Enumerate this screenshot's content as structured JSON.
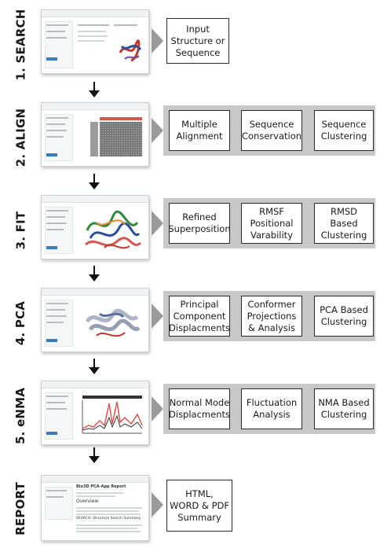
{
  "stages": [
    {
      "label": "1. SEARCH",
      "boxes": [
        "Input\nStructure or\nSequence"
      ]
    },
    {
      "label": "2. ALIGN",
      "boxes": [
        "Multiple\nAlignment",
        "Sequence\nConservation",
        "Sequence\nClustering"
      ]
    },
    {
      "label": "3. FIT",
      "boxes": [
        "Refined\nSuperposition",
        "RMSF\nPositional\nVarability",
        "RMSD Based\nClustering"
      ]
    },
    {
      "label": "4. PCA",
      "boxes": [
        "Principal\nComponent\nDisplacments",
        "Conformer\nProjections\n& Analysis",
        "PCA Based\nClustering"
      ]
    },
    {
      "label": "5. eNMA",
      "boxes": [
        "Normal Mode\nDisplacments",
        "Fluctuation\nAnalysis",
        "NMA Based\nClustering"
      ]
    },
    {
      "label": "REPORT",
      "boxes": [
        "HTML,\nWORD & PDF\nSummary"
      ]
    }
  ],
  "screenshots": {
    "search": {
      "title": "Structure Search"
    },
    "align": {
      "title": "Sequence Alignment"
    },
    "fit": {
      "title": "Structure Superposition"
    },
    "pca": {
      "title": "Principal Component Analysis"
    },
    "enma": {
      "title": "Normal Mode Analysis"
    },
    "report": {
      "title": "Bio3D PCA-App Report",
      "section1": "Overview",
      "section2": "SEARCH: Structure Search Summary"
    }
  },
  "colors": {
    "arrow": "#111111",
    "band_light": "#c8c8c8",
    "band_dark": "#9c9c9c",
    "box_border": "#2a2a2a",
    "button": "#3a7bbf"
  }
}
